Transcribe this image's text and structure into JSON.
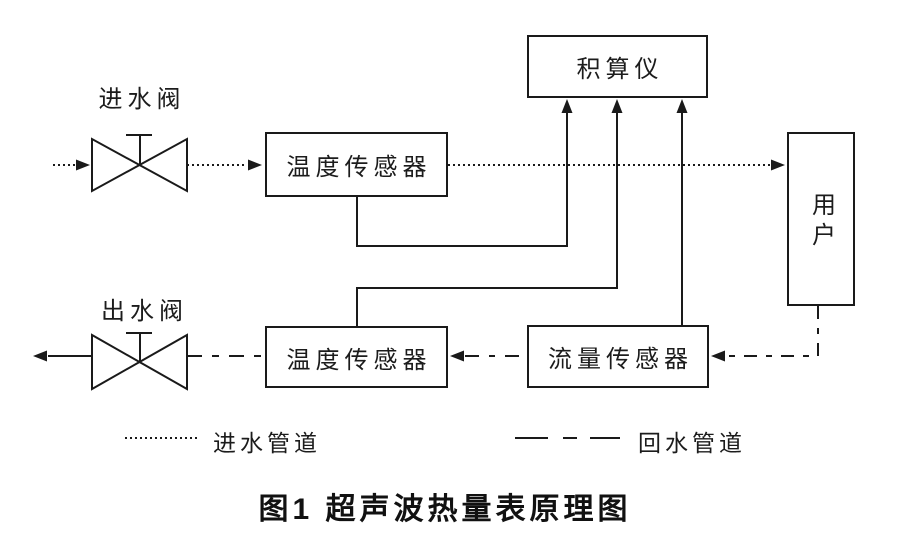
{
  "diagram": {
    "boxes": {
      "integrator": {
        "label": "积算仪"
      },
      "temp_sensor_top": {
        "label": "温度传感器"
      },
      "temp_sensor_bottom": {
        "label": "温度传感器"
      },
      "flow_sensor": {
        "label": "流量传感器"
      },
      "user": {
        "label": "用户"
      }
    },
    "valve_labels": {
      "inlet": "进水阀",
      "outlet": "出水阀"
    },
    "legend": {
      "inlet_pipe": "进水管道",
      "return_pipe": "回水管道"
    },
    "caption": "图1  超声波热量表原理图",
    "colors": {
      "line": "#1a1a1a",
      "text": "#1c1c1c",
      "background": "#ffffff"
    }
  }
}
